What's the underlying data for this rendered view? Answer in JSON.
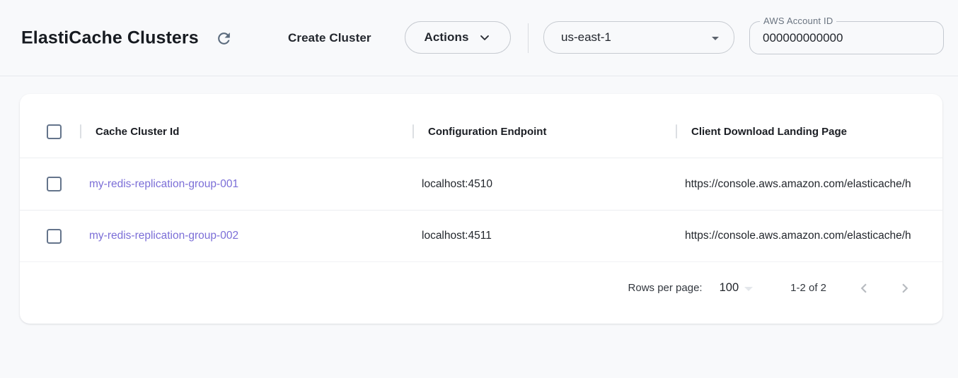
{
  "toolbar": {
    "title": "ElastiCache Clusters",
    "create_button_label": "Create Cluster",
    "actions_button_label": "Actions",
    "region_select": {
      "value": "us-east-1"
    },
    "account_field": {
      "label": "AWS Account ID",
      "value": "000000000000"
    }
  },
  "table": {
    "columns": [
      "Cache Cluster Id",
      "Configuration Endpoint",
      "Client Download Landing Page"
    ],
    "rows": [
      {
        "cache_cluster_id": "my-redis-replication-group-001",
        "configuration_endpoint": "localhost:4510",
        "client_download_landing_page": "https://console.aws.amazon.com/elasticache/h"
      },
      {
        "cache_cluster_id": "my-redis-replication-group-002",
        "configuration_endpoint": "localhost:4511",
        "client_download_landing_page": "https://console.aws.amazon.com/elasticache/h"
      }
    ],
    "pagination": {
      "rows_per_page_label": "Rows per page:",
      "rows_per_page_value": "100",
      "range_label": "1-2 of 2"
    }
  },
  "colors": {
    "link": "#7b6ed7",
    "checkbox_border": "#64748b",
    "page_background": "#f8f9fb"
  }
}
